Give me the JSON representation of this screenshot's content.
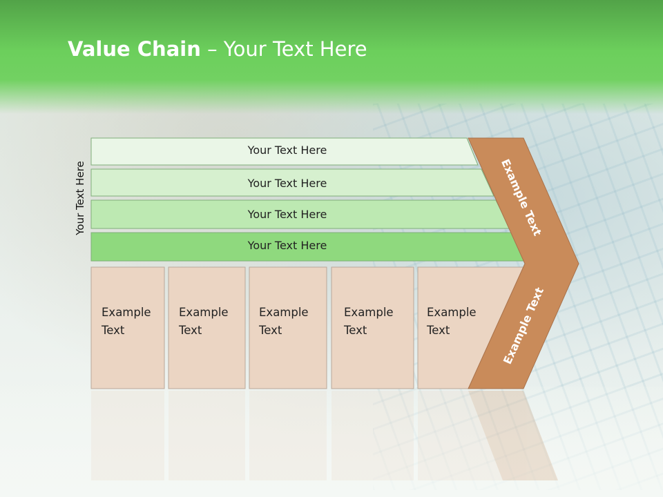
{
  "slide": {
    "title_bold": "Value Chain",
    "title_rest": " – Your Text Here",
    "side_label": "Your Text Here"
  },
  "bands": [
    {
      "label": "Your Text Here",
      "fill": "#eaf6e7"
    },
    {
      "label": "Your Text Here",
      "fill": "#d6f0cf"
    },
    {
      "label": "Your Text Here",
      "fill": "#bde9b2"
    },
    {
      "label": "Your Text Here",
      "fill": "#8fd97e"
    }
  ],
  "boxes": [
    {
      "line1": "Example",
      "line2": "Text"
    },
    {
      "line1": "Example",
      "line2": "Text"
    },
    {
      "line1": "Example",
      "line2": "Text"
    },
    {
      "line1": "Example",
      "line2": "Text"
    },
    {
      "line1": "Example",
      "line2": "Text"
    }
  ],
  "arrow": {
    "upper_label": "Example Text",
    "lower_label": "Example Text",
    "fill": "#c98b5a"
  },
  "colors": {
    "box_fill": "#ebd5c3",
    "box_stroke": "#b9a89a",
    "band_stroke": "#7fae78",
    "header": "#62c353"
  }
}
